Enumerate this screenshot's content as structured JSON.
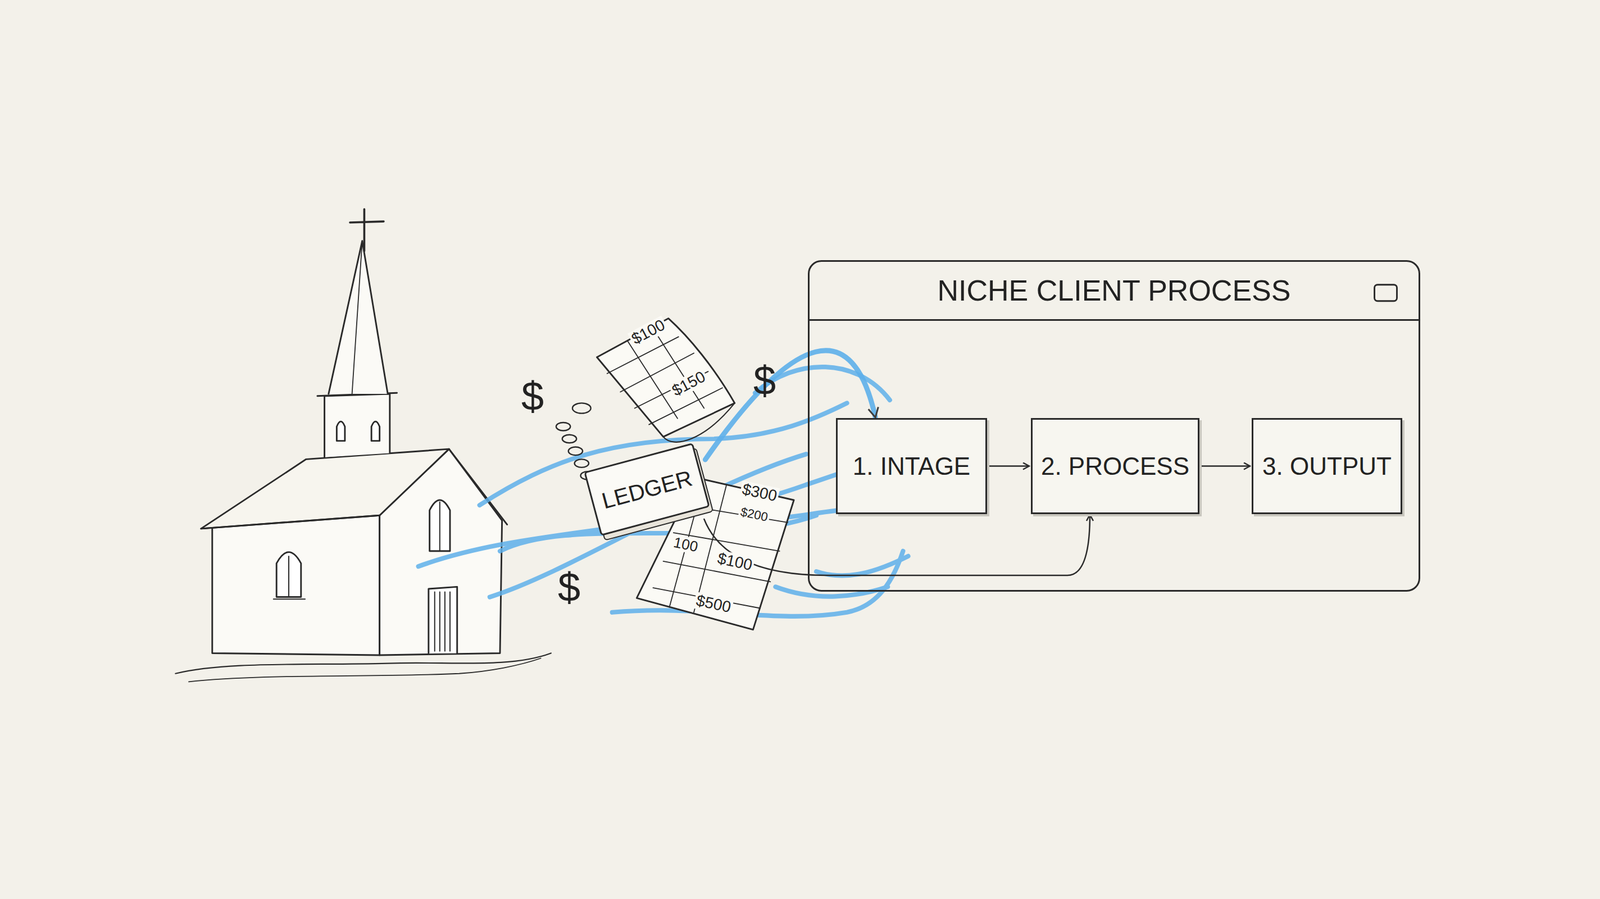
{
  "diagram": {
    "nodes": [
      {
        "text": [
          "LEDGER"
        ]
      },
      {
        "text": [
          "NICHE CLIENT PROCESS"
        ]
      },
      {
        "text": [
          "1. INTAGE"
        ],
        "in": 1
      },
      {
        "text": [
          "2. PROCESS"
        ],
        "in": 1
      },
      {
        "text": [
          "3. OUTPUT"
        ],
        "in": 1
      }
    ],
    "edges": [
      {
        "from": 2,
        "to": 3,
        "arrow": "to"
      },
      {
        "from": 3,
        "to": 4,
        "arrow": "to"
      },
      {
        "from": 0,
        "to": 2,
        "arrow": "to"
      },
      {
        "from": 0,
        "to": 3,
        "arrow": "to"
      }
    ],
    "labels": [
      "$",
      "$",
      "$",
      "$100",
      "$150",
      "$300",
      "$200",
      "100",
      "$100",
      "$500"
    ]
  }
}
